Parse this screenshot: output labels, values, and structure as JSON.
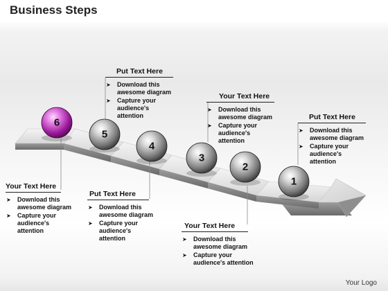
{
  "title": "Business Steps",
  "logo": "Your Logo",
  "steps": [
    "1",
    "2",
    "3",
    "4",
    "5",
    "6"
  ],
  "colors": {
    "highlight_ball": "#9b1a9b",
    "ball": "#3a3a3a",
    "step": "#e2e2e2"
  },
  "callouts": [
    {
      "heading": "Put Text Here",
      "bullets": [
        "Download this awesome diagram",
        "Capture your audience's attention"
      ]
    },
    {
      "heading": "Your Text Here",
      "bullets": [
        "Download this awesome diagram",
        "Capture your audience's attention"
      ]
    },
    {
      "heading": "Put Text Here",
      "bullets": [
        "Download this awesome diagram",
        "Capture your audience's attention"
      ]
    },
    {
      "heading": "Your Text Here",
      "bullets": [
        "Download this awesome diagram",
        "Capture your audience's attention"
      ]
    },
    {
      "heading": "Put Text Here",
      "bullets": [
        "Download this awesome diagram",
        "Capture your audience's attention"
      ]
    },
    {
      "heading": "Your Text Here",
      "bullets": [
        "Download this awesome diagram",
        "Capture your audience's attention"
      ]
    }
  ]
}
